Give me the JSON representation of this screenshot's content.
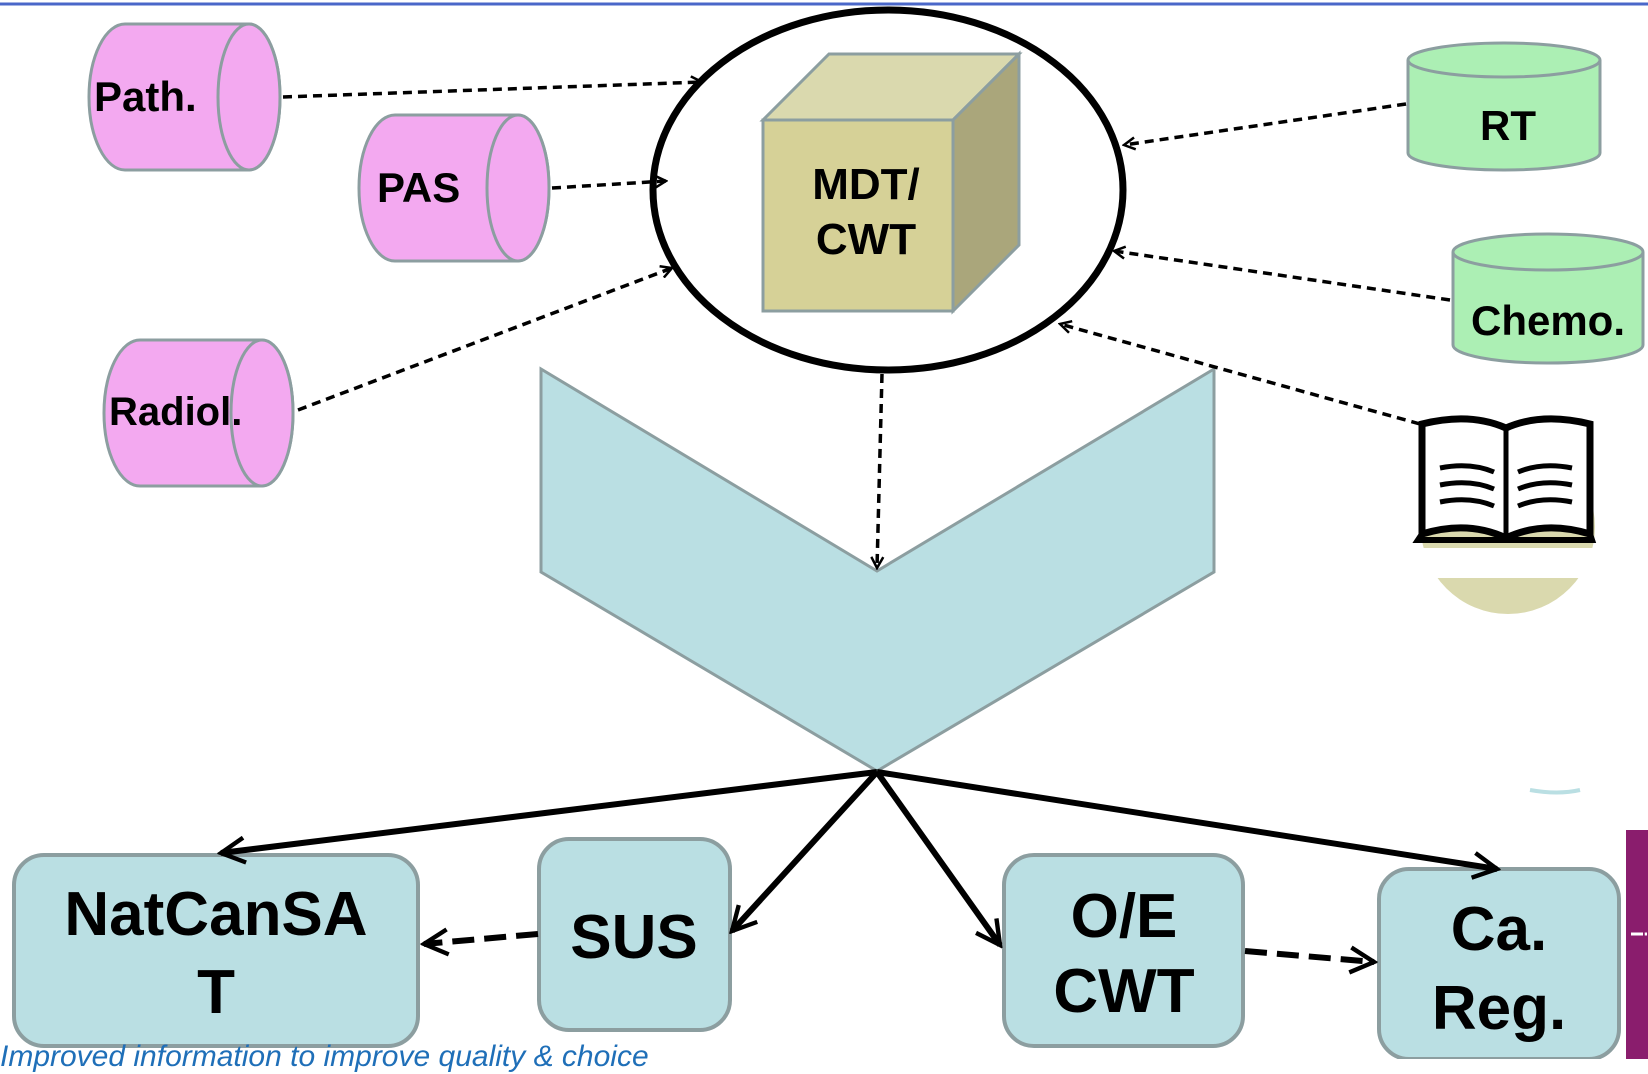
{
  "colors": {
    "top_rule": "#4a67c9",
    "source_fill": "#f3a9f0",
    "source_stroke": "#8c9ea0",
    "green_fill": "#acefb4",
    "cube_front": "#d6d197",
    "cube_top": "#dad9ae",
    "cube_side": "#aaa67b",
    "chevron_fill": "#badfe3",
    "box_fill": "#badfe3",
    "purple_strip": "#8a1d6d",
    "footer_text": "#1f6fb8"
  },
  "sources_left": [
    {
      "label": "Path."
    },
    {
      "label": "PAS"
    },
    {
      "label": "Radiol."
    }
  ],
  "sources_right": [
    {
      "label": "RT"
    },
    {
      "label": "Chemo."
    }
  ],
  "book": {
    "icon": "open-book-icon"
  },
  "center": {
    "line1": "MDT/",
    "line2": "CWT"
  },
  "outputs": [
    {
      "line1": "NatCanSA",
      "line2": "T"
    },
    {
      "line1": "SUS"
    },
    {
      "line1": "O/E",
      "line2": "CWT"
    },
    {
      "line1": "Ca.",
      "line2": "Reg."
    }
  ],
  "footer_text": "Improved information to improve quality & choice",
  "strip_glyph": "i"
}
